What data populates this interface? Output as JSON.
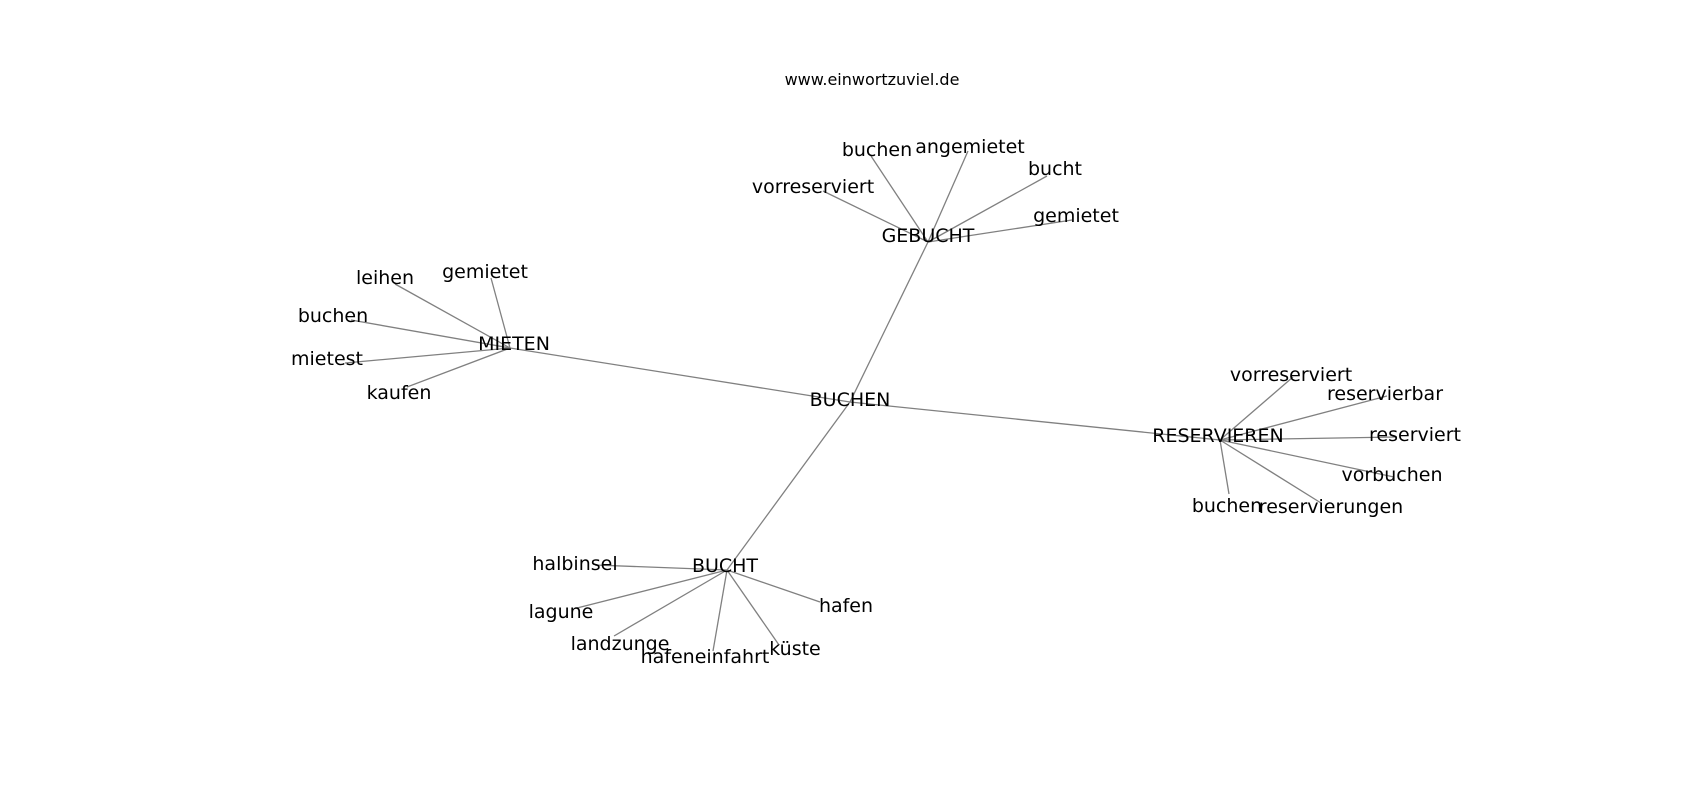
{
  "source": "www.einwortzuviel.de",
  "colors": {
    "edge": "#808080",
    "text": "#000000",
    "background": "#ffffff"
  },
  "graph": {
    "root": "BUCHEN",
    "clusters": [
      {
        "hub": "GEBUCHT",
        "words": [
          "vorreserviert",
          "buchen",
          "angemietet",
          "bucht",
          "gemietet"
        ]
      },
      {
        "hub": "MIETEN",
        "words": [
          "leihen",
          "gemietet",
          "buchen",
          "mietest",
          "kaufen"
        ]
      },
      {
        "hub": "RESERVIEREN",
        "words": [
          "vorreserviert",
          "reservierbar",
          "reserviert",
          "vorbuchen",
          "reservierungen",
          "buchen"
        ]
      },
      {
        "hub": "BUCHT",
        "words": [
          "halbinsel",
          "lagune",
          "landzunge",
          "hafeneinfahrt",
          "küste",
          "hafen"
        ]
      }
    ]
  }
}
